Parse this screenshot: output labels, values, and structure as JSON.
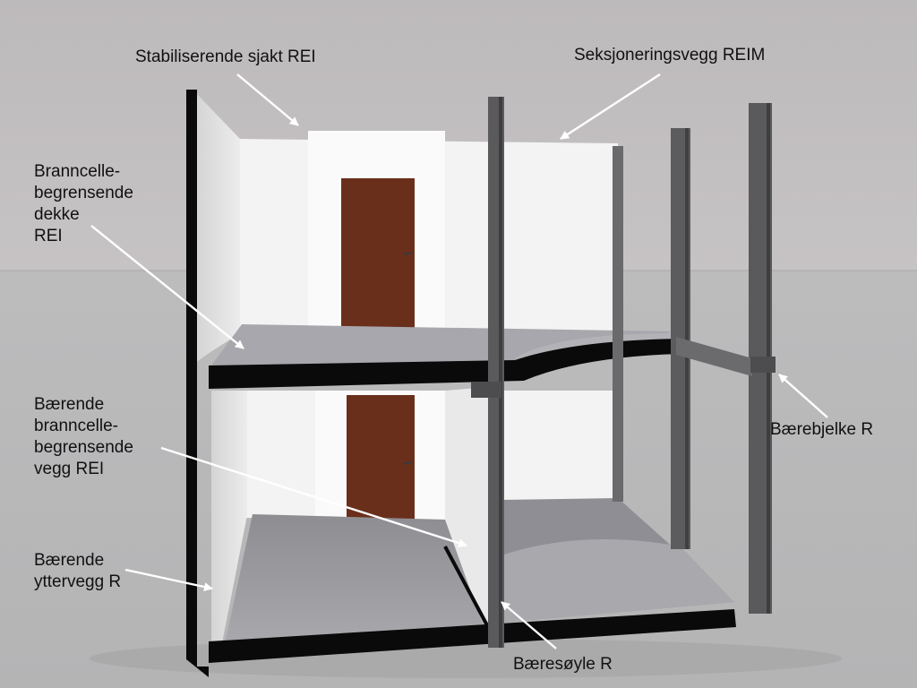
{
  "labels": {
    "stabiliserende_sjakt": [
      "Stabiliserende sjakt REI"
    ],
    "seksjoneringsvegg": [
      "Seksjoneringsvegg REIM"
    ],
    "branncelle_dekke": [
      "Branncelle-",
      "begrensende",
      "dekke",
      "REI"
    ],
    "baerende_vegg": [
      "Bærende",
      "branncelle-",
      "begrensende",
      "vegg REI"
    ],
    "baerende_yttervegg": [
      "Bærende",
      "yttervegg R"
    ],
    "baerebjelke": [
      "Bærebjelke R"
    ],
    "baeresoyle": [
      "Bæresøyle R"
    ]
  },
  "colors": {
    "background_wall": "#bfbcbd",
    "floor_ground": "#b9b9ba",
    "wall_white": "#f2f2f2",
    "slab_black": "#0a0a0a",
    "floor_grey": "#a6a5a9",
    "steel": "#5a5a5c",
    "door": "#6a2f1b"
  }
}
